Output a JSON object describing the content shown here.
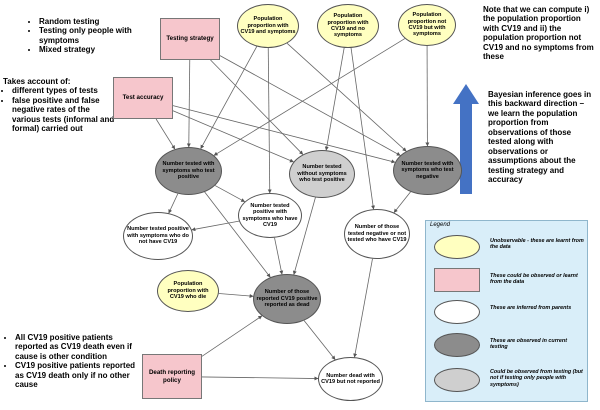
{
  "strategies": [
    "Random testing",
    "Testing only people with symptoms",
    "Mixed strategy"
  ],
  "accuracy_heading": "Takes account of:",
  "accuracy_points": [
    "different types of tests",
    "false positive and false negative rates of the various tests (informal and formal) carried out"
  ],
  "reporting_points": [
    "All CV19 positive patients reported as CV19 death even if cause is other condition",
    "CV19 positive patients reported as CV19 death only if no other cause"
  ],
  "note_text": "Note that we can compute i) the population proportion with CV19 and ii) the population proportion not CV19 and no symptoms from these",
  "bayes_text": "Bayesian inference goes in this backward direction – we learn the population proportion from observations of those tested along with observations or assumptions about the testing strategy and accuracy",
  "nodes": {
    "pop_cv19_symptoms": "Population proportion with CV19 and symptoms",
    "pop_cv19_no_symptoms": "Population proportion with CV19 and no symptoms",
    "pop_not_cv19_symptoms": "Population proportion not CV19 but with symptoms",
    "testing_strategy": "Testing strategy",
    "test_accuracy": "Test accuracy",
    "tested_symptoms_positive": "Number tested with symptoms who test positive",
    "tested_no_symptoms_positive": "Number tested without symptoms who test positive",
    "tested_symptoms_negative": "Number tested with symptoms who test negative",
    "positive_symptoms_not_cv19": "Number tested positive with symptoms who do not have CV19",
    "positive_symptoms_have_cv19": "Number tested positive with symptoms who have CV19",
    "negative_have_cv19": "Number of those tested negative or not tested who have CV19",
    "pop_cv19_die": "Population proportion with CV19 who die",
    "reported_dead": "Number of those reported CV19 positive reported as dead",
    "death_reporting_policy": "Death reporting policy",
    "dead_not_reported": "Number dead with CV19 but not reported"
  },
  "legend": {
    "title": "Legend",
    "items": [
      "Unobservable - these are learnt from the data",
      "These could be observed or learnt from the data",
      "These are inferred from parents",
      "These are observed in current testing",
      "Could be observed from testing (but not if testing only people with symptoms)"
    ]
  },
  "colors": {
    "unobservable": "#ffffc0",
    "observable_policy": "#f6c6cc",
    "inferred": "#ffffff",
    "observed": "#8c8c8c",
    "partially_observed": "#cfcfcf",
    "arrow": "#4472c4"
  }
}
